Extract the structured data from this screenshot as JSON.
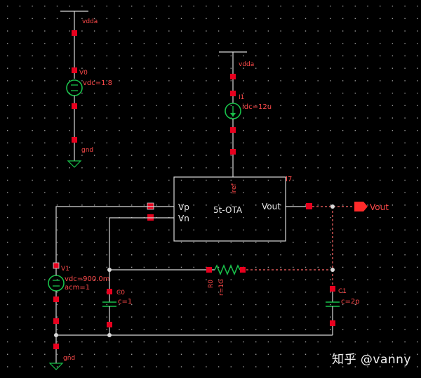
{
  "colors": {
    "background": "#000000",
    "wire": "#d8d8d8",
    "pin": "#e8001e",
    "label": "#ff4a4a",
    "dashed_net": "#ff6666",
    "output_pin": "#ff2a2a"
  },
  "supply": {
    "vdda_top_label": "vdda",
    "source_name": "V0",
    "source_value": "vdc=1.8",
    "gnd_label": "gnd"
  },
  "current_source": {
    "vdda_label": "vdda",
    "name": "I1",
    "value": "idc=12u"
  },
  "ota": {
    "instance": "I7",
    "title": "5t-OTA",
    "iref_pin": "iref",
    "vp_pin": "Vp",
    "vn_pin": "Vn",
    "vout_pin": "Vout"
  },
  "output_port": {
    "label": "Vout"
  },
  "input_source": {
    "name": "V1",
    "value": "vdc=900.0m",
    "ac": "acm=1",
    "gnd_label": "gnd"
  },
  "resistor": {
    "name": "R0",
    "value": "r=1G"
  },
  "cap_c0": {
    "name": "C0",
    "value": "c=1"
  },
  "cap_c1": {
    "name": "C1",
    "value": "c=2p"
  },
  "watermark": "知乎 @vanny"
}
